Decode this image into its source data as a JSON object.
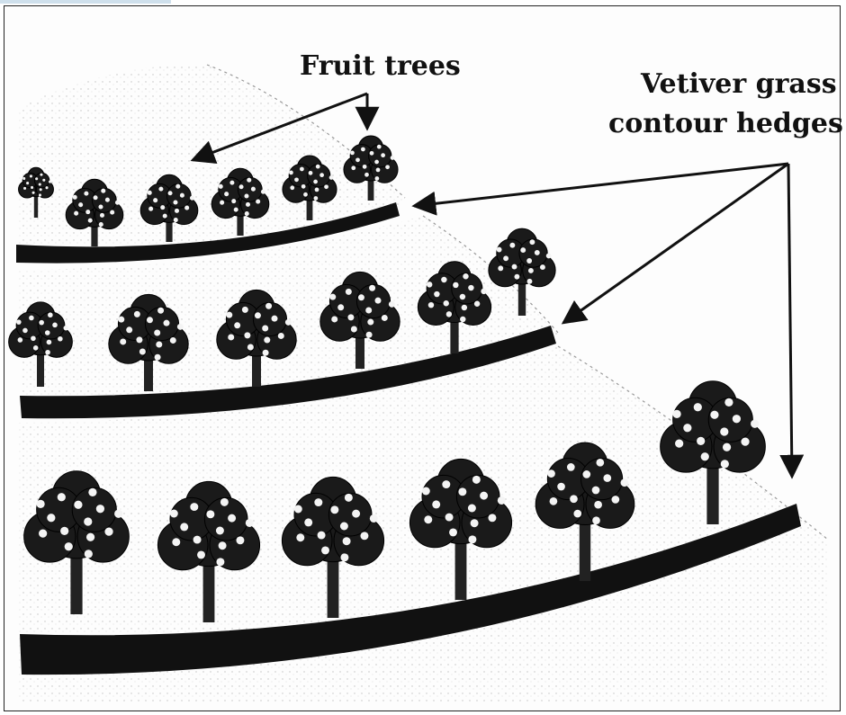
{
  "labels": {
    "fruit_trees": "Fruit trees",
    "vetiver_line1": "Vetiver grass",
    "vetiver_line2": "contour hedges"
  },
  "colors": {
    "ink": "#111111",
    "paper": "#fdfdfd",
    "slope_shade": "#d8d8d8"
  }
}
